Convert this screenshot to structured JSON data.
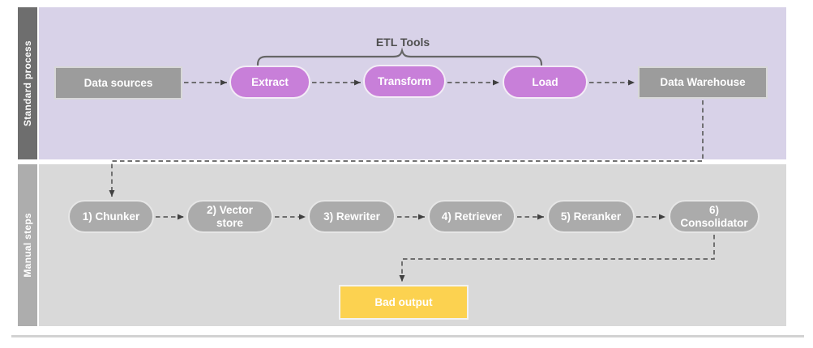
{
  "lanes": {
    "standard": {
      "label": "Standard process"
    },
    "manual": {
      "label": "Manual steps"
    }
  },
  "bracket": {
    "label": "ETL Tools"
  },
  "nodes": {
    "data_sources": "Data sources",
    "extract": "Extract",
    "transform": "Transform",
    "load": "Load",
    "data_warehouse": "Data Warehouse",
    "chunker": "1) Chunker",
    "vector_store": "2) Vector store",
    "rewriter": "3) Rewriter",
    "retriever": "4) Retriever",
    "reranker": "5) Reranker",
    "consolidator": "6) Consolidator",
    "bad_output": "Bad output"
  },
  "colors": {
    "lane_standard_bg": "#d8d2e8",
    "lane_standard_sidebar": "#6e6e6e",
    "lane_manual_bg": "#d9d9d9",
    "lane_manual_sidebar": "#adadad",
    "etl_node_fill": "#c87fd9",
    "gray_box_fill": "#9c9c9c",
    "manual_node_fill": "#ababab",
    "bad_output_fill": "#fcd250",
    "connector_line": "#5f5f5f",
    "arrowhead": "#404040",
    "bracket_stroke": "#666666",
    "bracket_text": "#4f4f4f",
    "node_text": "#ffffff"
  }
}
